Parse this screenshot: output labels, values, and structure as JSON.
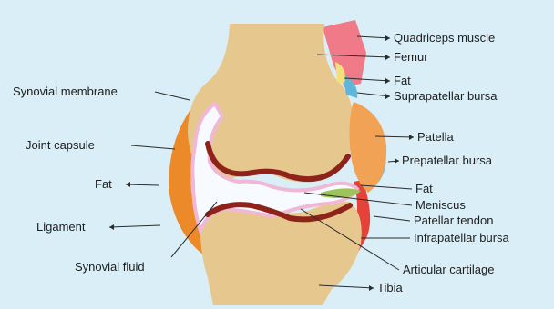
{
  "labels": {
    "quadriceps": "Quadriceps muscle",
    "femur": "Femur",
    "fat_top": "Fat",
    "suprapatellar": "Suprapatellar bursa",
    "patella": "Patella",
    "prepatellar": "Prepatellar bursa",
    "fat_mid": "Fat",
    "meniscus": "Meniscus",
    "patellar_tendon": "Patellar tendon",
    "infrapatellar": "Infrapatellar bursa",
    "articular_cartilage": "Articular cartilage",
    "tibia": "Tibia",
    "synovial_membrane": "Synovial membrane",
    "joint_capsule": "Joint capsule",
    "fat_left": "Fat",
    "ligament": "Ligament",
    "synovial_fluid": "Synovial fluid"
  },
  "colors": {
    "background": "#d9eef7",
    "bone": "#e6c88e",
    "cartilage": "#8e2419",
    "capsule": "#ec8a2a",
    "synovial_membrane": "#f0b8d6",
    "fat": "#f2e07a",
    "patella": "#f2a255",
    "quadriceps": "#f07a88",
    "bursa": "#5fb6d8",
    "meniscus": "#9cc45a",
    "tendon": "#e5423a",
    "fluid": "#f7fbff"
  }
}
